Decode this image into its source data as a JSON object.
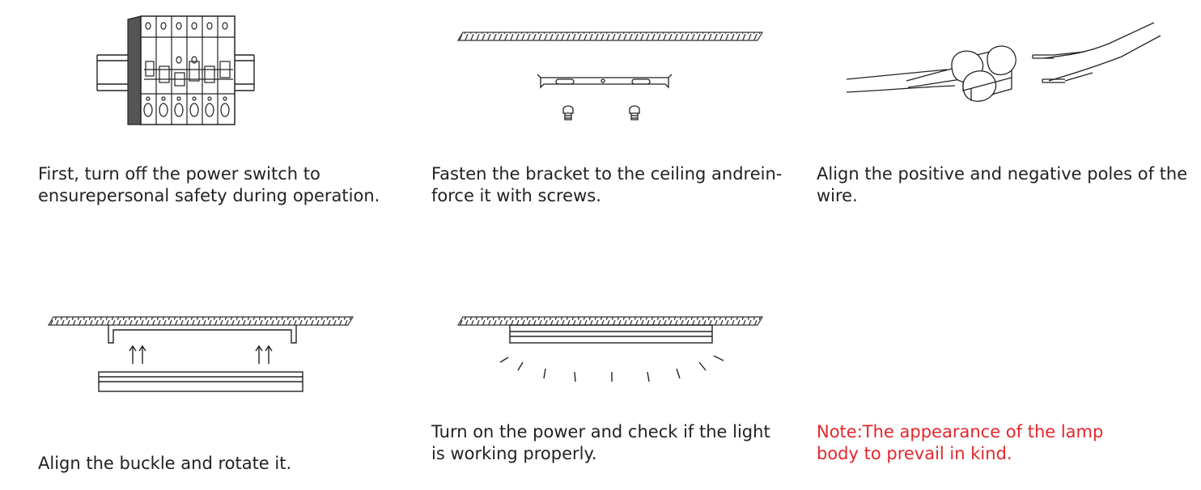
{
  "steps": [
    {
      "id": "power-off",
      "illustration": "circuit-breaker-icon",
      "lines": [
        "First, turn off the power switch to",
        "ensurepersonal safety during operation."
      ]
    },
    {
      "id": "fasten-bracket",
      "illustration": "ceiling-bracket-screws-icon",
      "lines": [
        "Fasten the bracket to the ceiling andrein-",
        "force it with screws."
      ]
    },
    {
      "id": "connect-wires",
      "illustration": "wire-connector-icon",
      "lines": [
        "Align the positive and negative poles of the",
        "wire."
      ]
    },
    {
      "id": "buckle",
      "illustration": "lamp-buckle-icon",
      "lines": [
        "Align the buckle and rotate it."
      ]
    },
    {
      "id": "test",
      "illustration": "lamp-light-rays-icon",
      "lines": [
        "Turn on the power and check if the light",
        "is working properly."
      ]
    }
  ],
  "note": {
    "lines": [
      "Note:The appearance of the lamp",
      "body to prevail in kind."
    ],
    "color": "#e3262c"
  }
}
